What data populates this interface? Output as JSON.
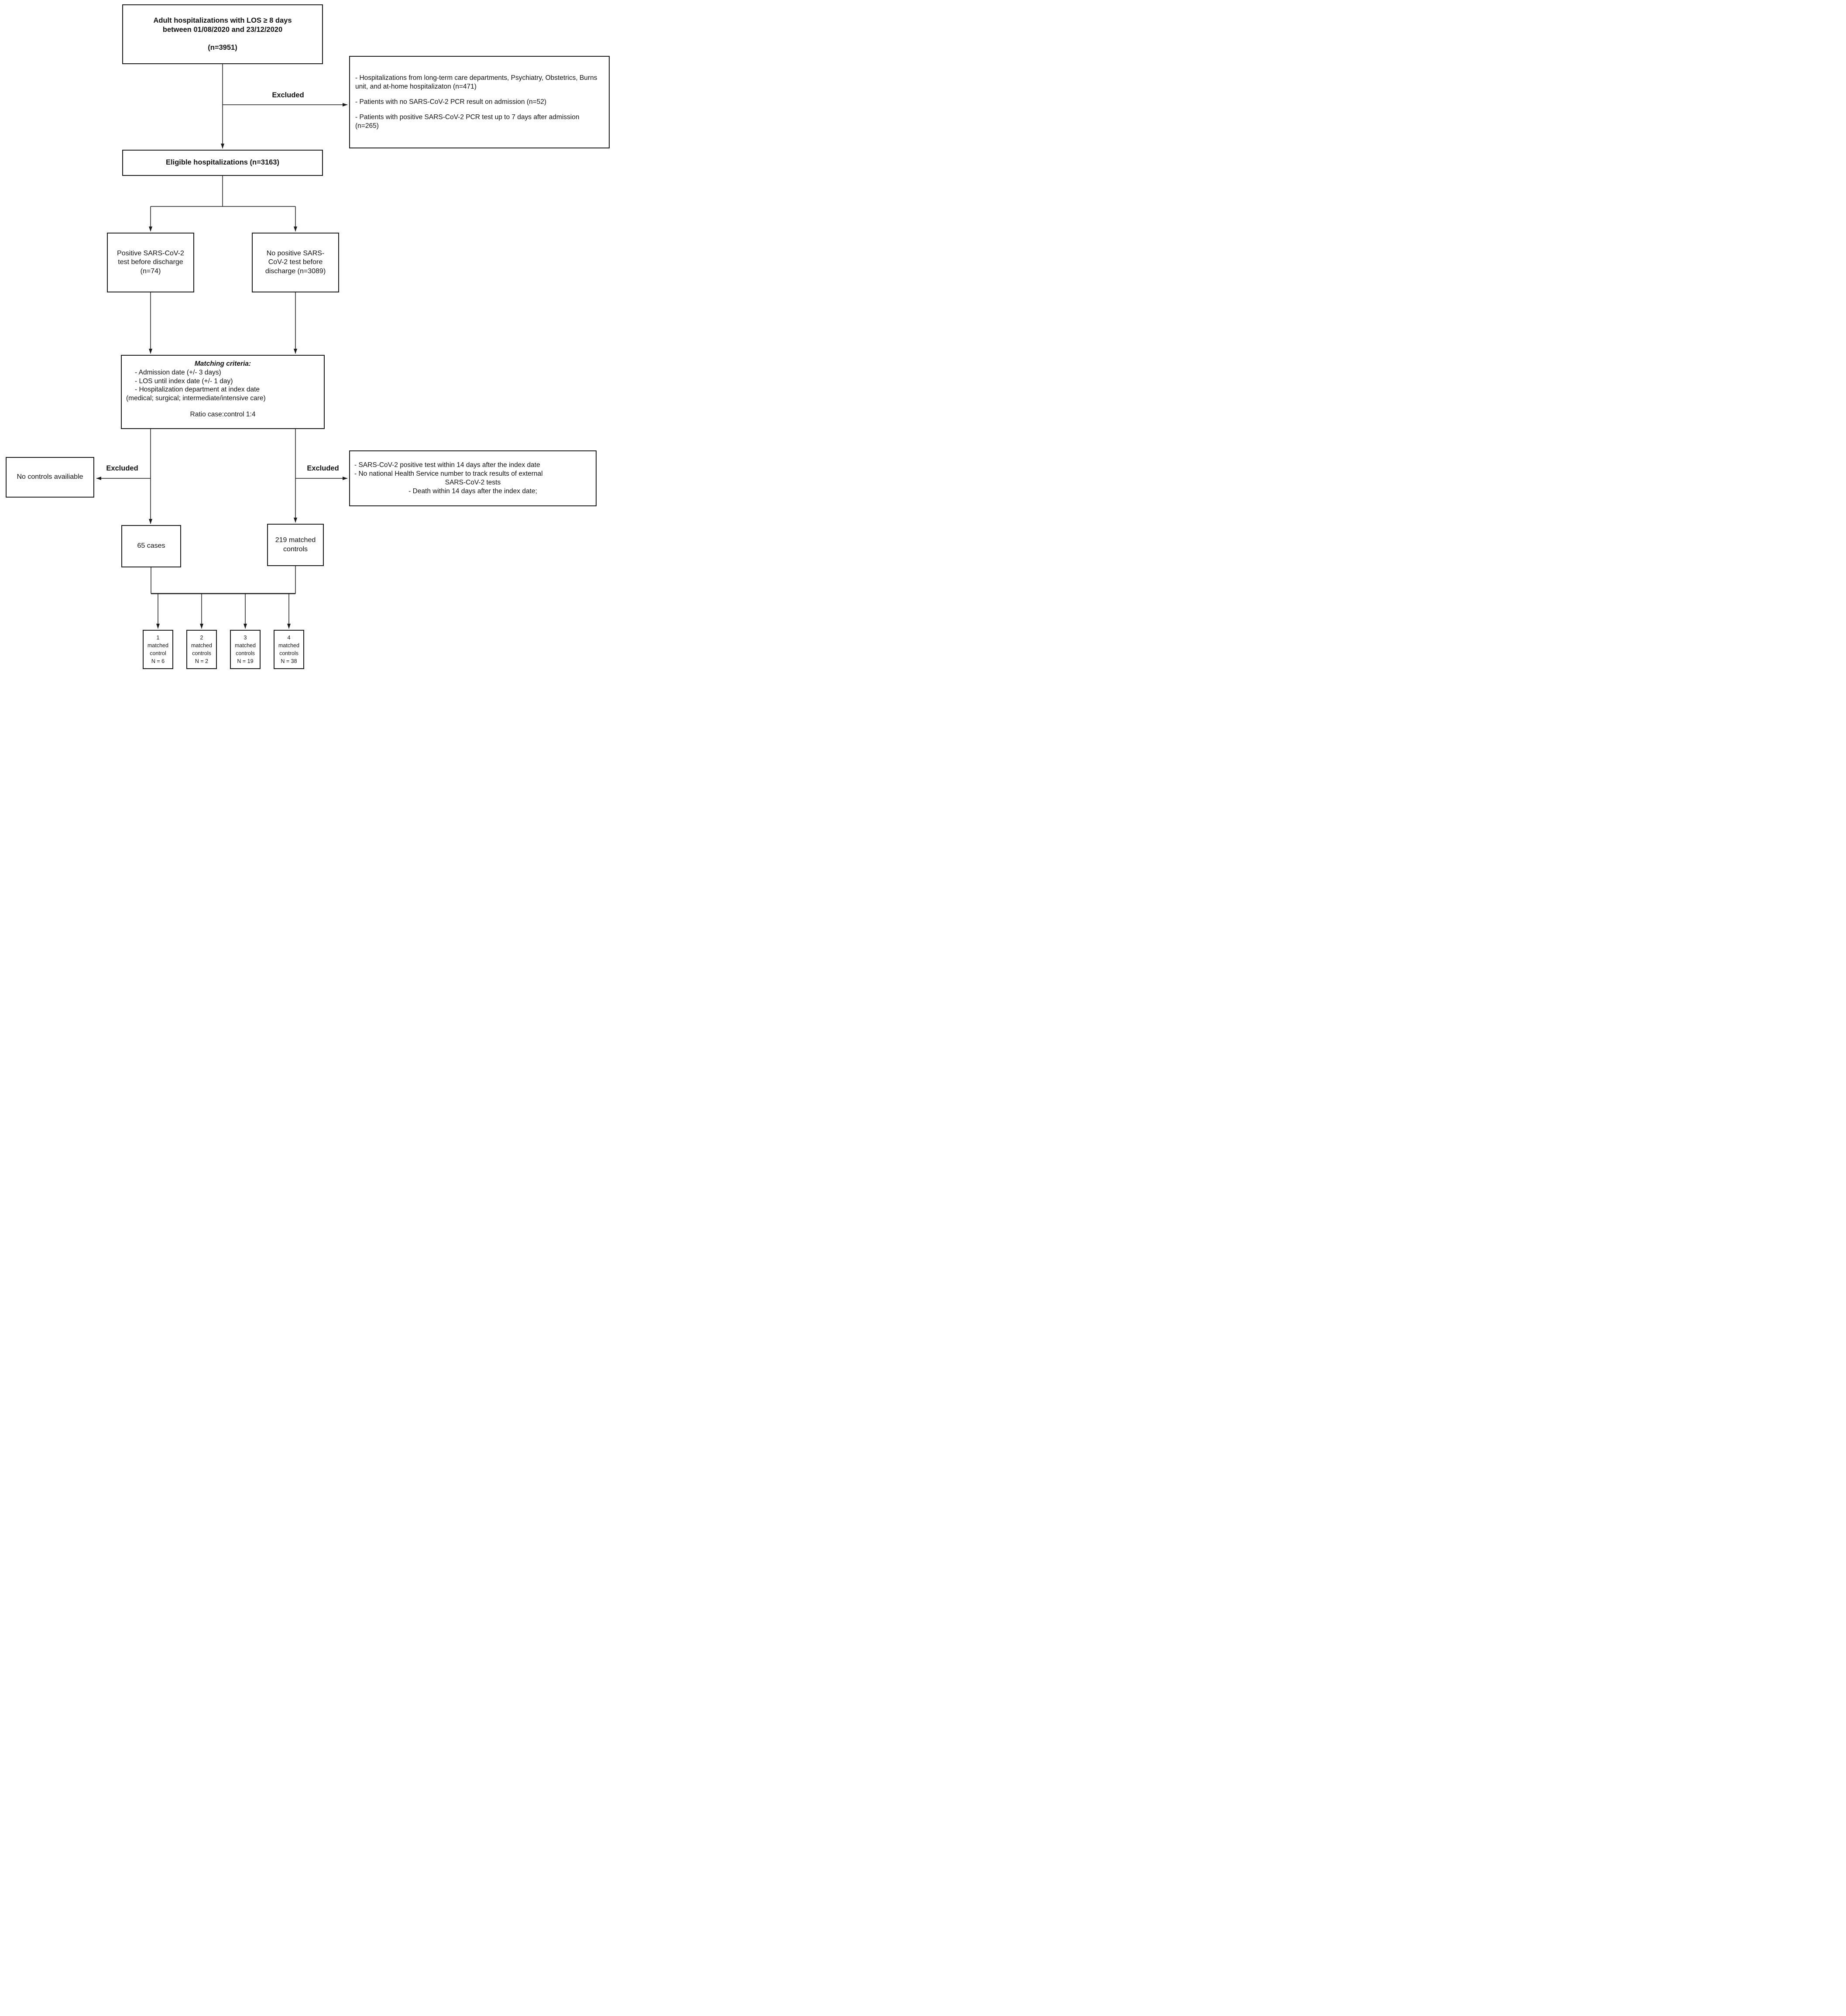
{
  "diagram": {
    "source": {
      "line1": "Adult hospitalizations with LOS ≥ 8 days",
      "line2": "between 01/08/2020 and 23/12/2020",
      "count": "(n=3951)"
    },
    "excluded_admission": {
      "para1": "- Hospitalizations from long-term care departments, Psychiatry, Obstetrics, Burns unit, and at-home hospitalizaton (n=471)",
      "para2": "- Patients with no SARS-CoV-2 PCR result on admission (n=52)",
      "para3": "- Patients with positive SARS-CoV-2 PCR test up to 7 days after admission (n=265)"
    },
    "eligible": {
      "text": "Eligible hospitalizations (n=3163)"
    },
    "positive": {
      "line1": "Positive SARS-CoV-2",
      "line2": "test before discharge",
      "line3": "(n=74)"
    },
    "no_positive": {
      "line1": "No positive SARS-",
      "line2": "CoV-2 test before",
      "line3": "discharge (n=3089)"
    },
    "matching": {
      "title": "Matching criteria:",
      "item1": "- Admission date (+/- 3 days)",
      "item2": "- LOS until index date (+/- 1 day)",
      "item3": "- Hospitalization department at index date",
      "item4": "(medical; surgical; intermediate/intensive care)",
      "ratio": "Ratio case:control 1:4"
    },
    "no_controls": {
      "text": "No controls availiable"
    },
    "excluded_after_match": {
      "line1": "- SARS-CoV-2 positive test within 14 days after the index date",
      "line2": "- No national Health Service number to track results of external",
      "line3": "SARS-CoV-2 tests",
      "line4": "- Death within 14 days after the index date;"
    },
    "cases": {
      "text": "65 cases"
    },
    "controls": {
      "line1": "219 matched",
      "line2": "controls"
    },
    "labels": {
      "excluded_top": "Excluded",
      "excluded_left": "Excluded",
      "excluded_right": "Excluded"
    },
    "groups": [
      {
        "n": "1",
        "word1": "matched",
        "word2": "control",
        "count": "N = 6"
      },
      {
        "n": "2",
        "word1": "matched",
        "word2": "controls",
        "count": "N = 2"
      },
      {
        "n": "3",
        "word1": "matched",
        "word2": "controls",
        "count": "N = 19"
      },
      {
        "n": "4",
        "word1": "matched",
        "word2": "controls",
        "count": "N = 38"
      }
    ],
    "colors": {
      "ink": "#1a1a1a",
      "background": "#ffffff"
    }
  }
}
